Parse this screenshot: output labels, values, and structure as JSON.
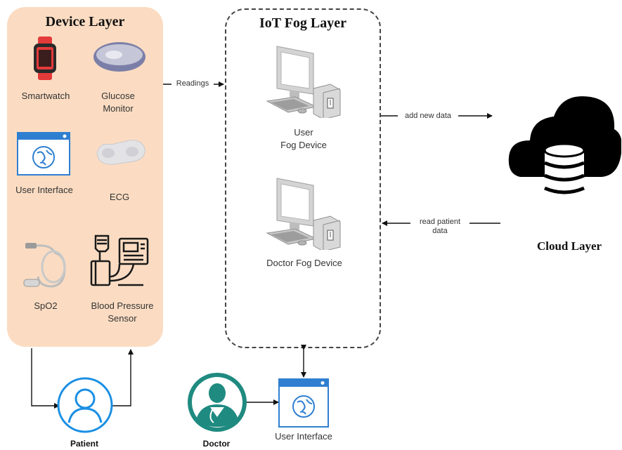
{
  "layers": {
    "device": "Device Layer",
    "fog": "IoT Fog Layer",
    "cloud": "Cloud Layer"
  },
  "devices": {
    "smartwatch": "Smartwatch",
    "glucose": [
      "Glucose",
      "Monitor"
    ],
    "user_interface": "User Interface",
    "ecg": "ECG",
    "spo2": "SpO2",
    "blood_pressure": [
      "Blood Pressure",
      "Sensor"
    ]
  },
  "fog_devices": {
    "user": [
      "User",
      "Fog Device"
    ],
    "doctor": "Doctor Fog Device"
  },
  "edges": {
    "readings": "Readings",
    "add": "add new data",
    "read": [
      "read patient",
      "data"
    ]
  },
  "actors": {
    "patient": "Patient",
    "doctor": "Doctor",
    "ui": "User Interface"
  },
  "colors": {
    "device_bg": "#fbdcc2",
    "patient_blue": "#1a8fe3",
    "doctor_teal": "#1f8a80",
    "ui_blue": "#2f7fd1"
  }
}
